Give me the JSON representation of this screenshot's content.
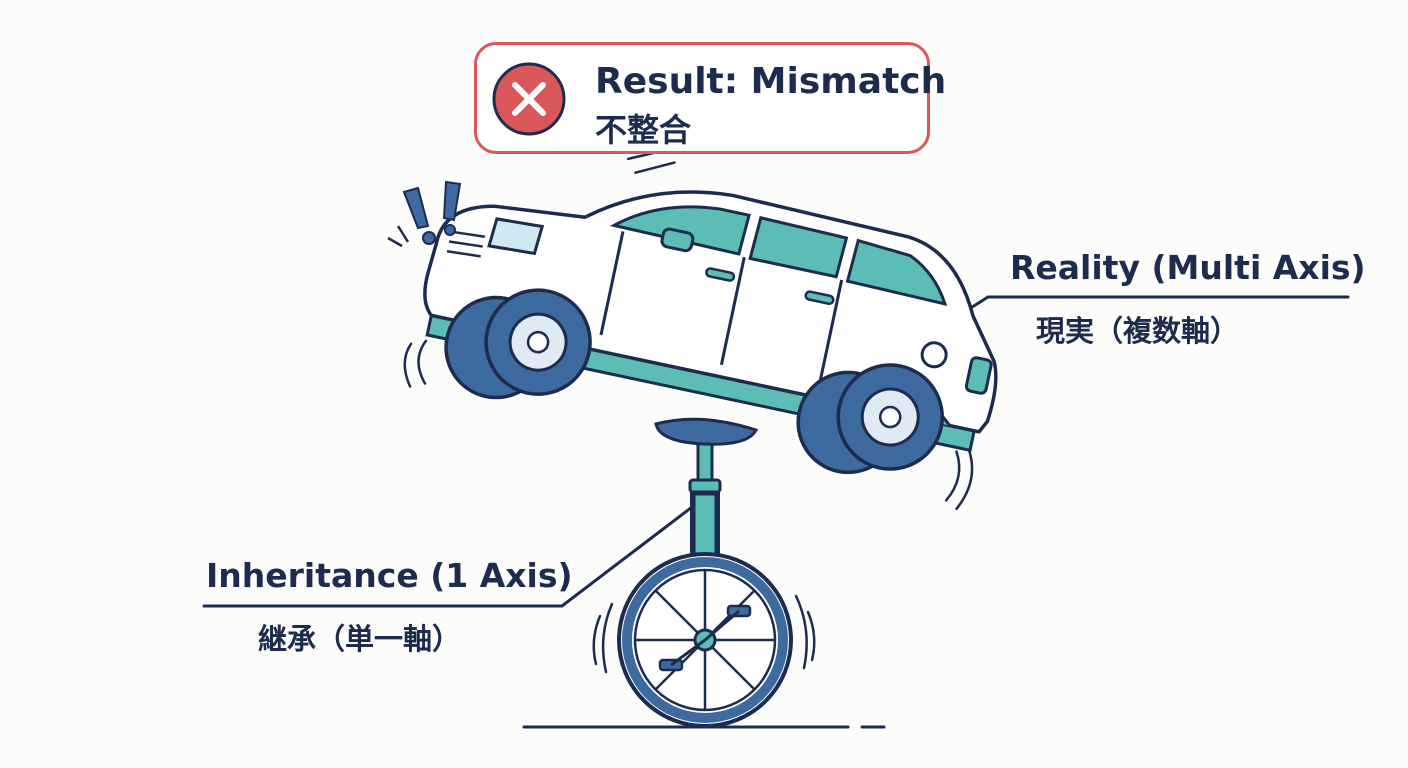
{
  "result": {
    "title_en": "Result: Mismatch",
    "title_ja": "不整合",
    "icon": "x-circle-icon",
    "color": "#d9575b"
  },
  "labels": {
    "reality": {
      "en": "Reality (Multi Axis)",
      "ja": "現実（複数軸）"
    },
    "inheritance": {
      "en": "Inheritance (1 Axis)",
      "ja": "継承（単一軸）"
    }
  },
  "illustration": {
    "top_object": "car",
    "base_object": "unicycle",
    "alert_icon": "exclamation-icon"
  },
  "palette": {
    "navy": "#1d2b4f",
    "teal": "#5cbdb5",
    "blue": "#3e6b9f",
    "red": "#d9575b"
  }
}
